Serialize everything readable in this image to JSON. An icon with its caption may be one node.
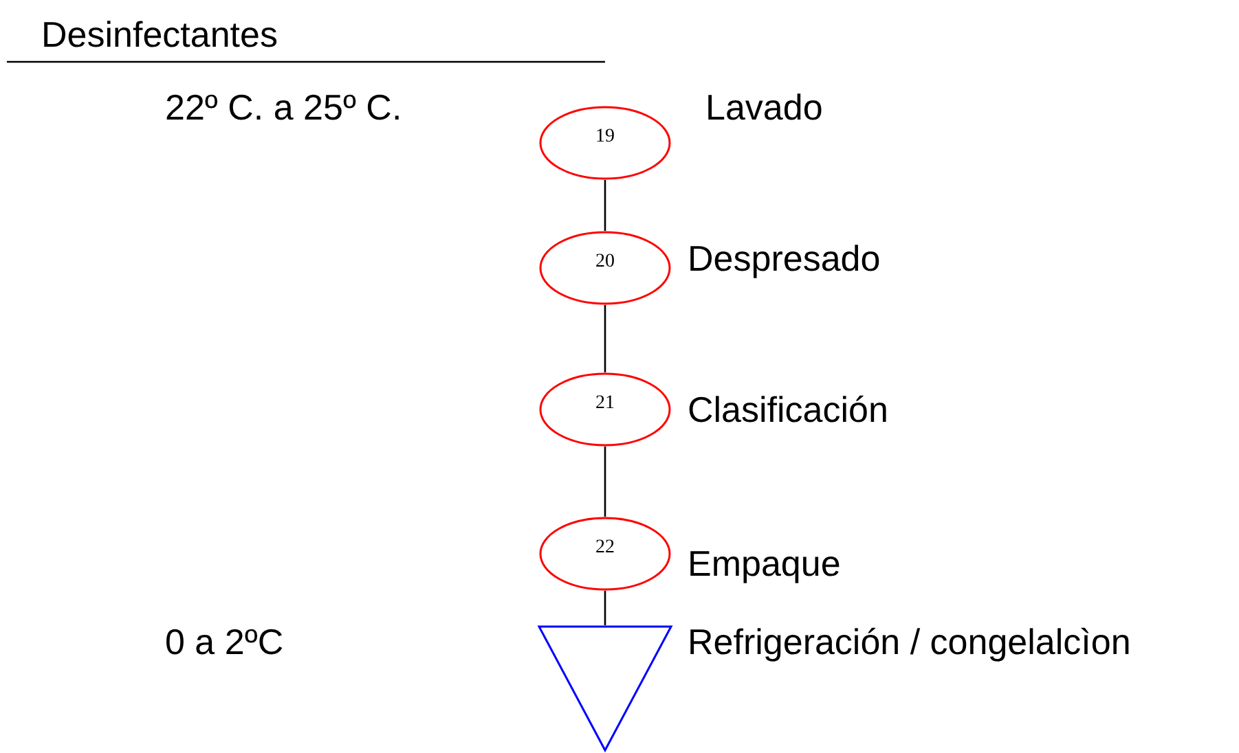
{
  "diagram": {
    "nodes": [
      {
        "text": [
          "19"
        ],
        "beside": [
          "Lavado"
        ]
      },
      {
        "text": [
          "20"
        ],
        "beside": [
          "Despresado"
        ]
      },
      {
        "text": [
          "21"
        ],
        "beside": [
          "Clasificación"
        ]
      },
      {
        "text": [
          "22"
        ],
        "beside": [
          "Empaque"
        ]
      },
      {
        "text": [],
        "shape": "triangle",
        "beside": [
          "Refrigeración / congelalcìon"
        ]
      }
    ],
    "edges": [
      {
        "from": 0,
        "to": 1,
        "arrow": "none"
      },
      {
        "from": 1,
        "to": 2,
        "arrow": "none"
      },
      {
        "from": 2,
        "to": 3,
        "arrow": "none"
      },
      {
        "from": 3,
        "to": 4,
        "arrow": "none"
      }
    ],
    "labels": [
      "Desinfectantes",
      "22º C. a 25º C.",
      "0 a 2ºC"
    ]
  }
}
